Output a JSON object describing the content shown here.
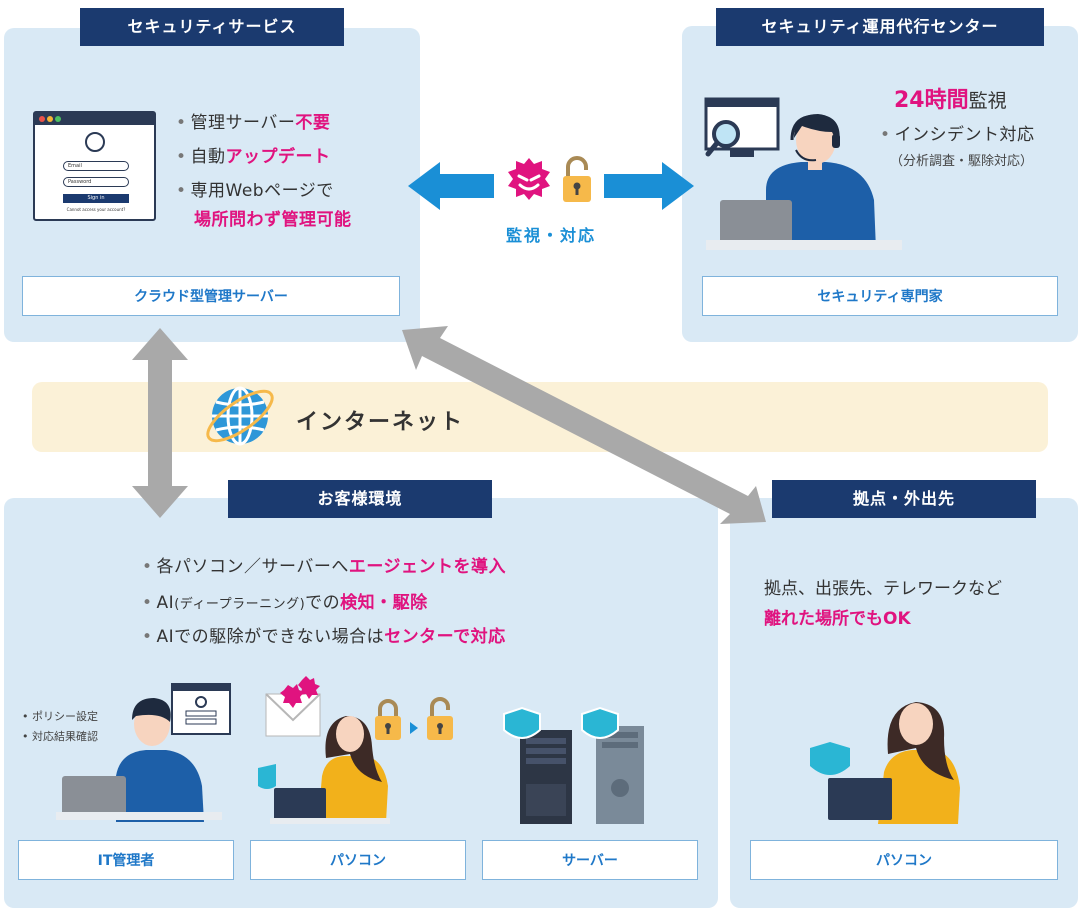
{
  "security_service": {
    "title": "セキュリティサービス",
    "bullets": [
      {
        "text": "管理サーバー",
        "em": "不要"
      },
      {
        "text": "自動",
        "em": "アップデート"
      },
      {
        "text": "専用Webページで",
        "em": ""
      }
    ],
    "bullet3_line2": "場所問わず管理可能",
    "label": "クラウド型管理サーバー",
    "login_card": {
      "email": "Email",
      "password": "Password",
      "button": "Sign in",
      "footer": "Cannot access your account?"
    }
  },
  "soc": {
    "title": "セキュリティ運用代行センター",
    "line1_em": "24時間",
    "line1_text": "監視",
    "bullet": "インシデント対応",
    "bullet_sub": "（分析調査・駆除対応）",
    "label": "セキュリティ専門家"
  },
  "link": {
    "label": "監視・対応"
  },
  "internet": {
    "label": "インターネット"
  },
  "customer": {
    "title": "お客様環境",
    "b1_text": "各パソコン／サーバーへ",
    "b1_em": "エージェントを導入",
    "b2_text_a": "AI",
    "b2_small": "(ディープラーニング)",
    "b2_text_b": "での",
    "b2_em": "検知・駆除",
    "b3_text": "AIでの駆除ができない場合は",
    "b3_em": "センターで対応",
    "notes": [
      "ポリシー設定",
      "対応結果確認"
    ],
    "labels": [
      "IT管理者",
      "パソコン",
      "サーバー"
    ]
  },
  "branch": {
    "title": "拠点・外出先",
    "line1": "拠点、出張先、テレワークなど",
    "line2": "離れた場所でもOK",
    "label": "パソコン"
  },
  "colors": {
    "navy": "#1b3a6f",
    "accent": "#e0137f",
    "blue": "#1f78c8",
    "panel": "#d9e9f5",
    "band": "#fbf1d7"
  }
}
